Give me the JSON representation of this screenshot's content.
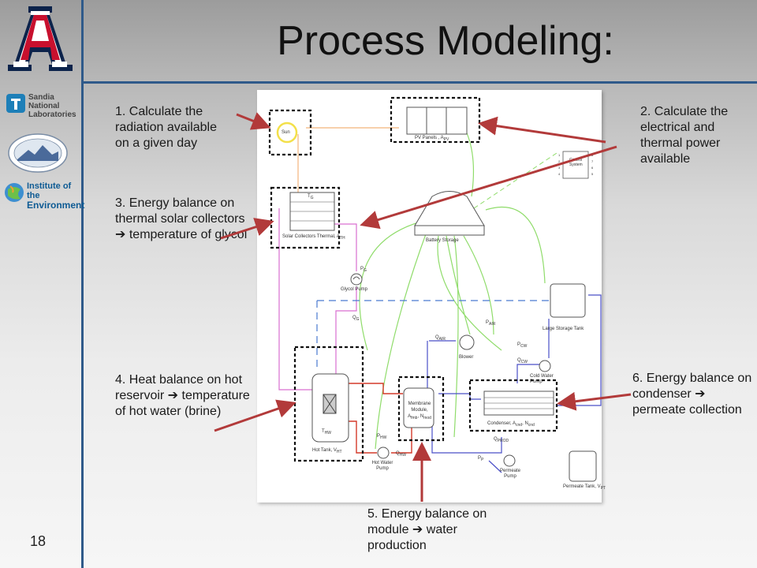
{
  "title": "Process Modeling:",
  "page_number": "18",
  "logos": {
    "sandia": "Sandia National Laboratories",
    "institute_line1": "Institute of the",
    "institute_line2": "Environment"
  },
  "notes": [
    "1. Calculate the radiation available on a given day",
    "2. Calculate the electrical and thermal power available",
    "3. Energy balance on thermal solar collectors ➔ temperature of glycol",
    "4. Heat balance on hot reservoir ➔ temperature of hot water (brine)",
    "5. Energy balance on module ➔ water production",
    "6. Energy balance on condenser ➔ permeate collection"
  ],
  "diagram": {
    "sun": "Sun",
    "pv": "PV Panels , A",
    "pv_sub": "PV",
    "control": "Control System",
    "control_pins_left": [
      "1",
      "2",
      "3",
      "4"
    ],
    "control_pins_right": [
      "8",
      "7",
      "6",
      "5"
    ],
    "collectors": "Solar Collectors Thermal, A",
    "collectors_sub": "TH",
    "tg": "T",
    "tg_sub": "G",
    "battery": "Battery Storage",
    "pg": "P",
    "pg_sub": "G",
    "glycol_pump": "Glycol Pump",
    "qg": "Q",
    "qg_sub": "G",
    "pair": "P",
    "pair_sub": "AIR",
    "qair": "Q",
    "qair_sub": "AIR",
    "blower": "Blower",
    "large_tank": "Large Storage Tank",
    "pcw": "P",
    "pcw_sub": "CW",
    "qcw": "Q",
    "qcw_sub": "CW",
    "cold_pump": "Cold Water Pump",
    "hot_tank": "Hot Tank, V",
    "hot_tank_sub": "HT",
    "thw": "T",
    "thw_sub": "HW",
    "membrane": "Membrane Module, A",
    "membrane_sub": "fmb",
    "membrane_n": "N",
    "membrane_n_sub": "mod",
    "condenser": "Condenser, A",
    "condenser_sub": "cnd",
    "condenser_n": "N",
    "condenser_n_sub": "cnd",
    "qprod": "Q",
    "qprod_sub": "PROD",
    "phw": "P",
    "phw_sub": "HW",
    "qhw": "Q",
    "qhw_sub": "HW",
    "hot_pump": "Hot Water Pump",
    "pp": "P",
    "pp_sub": "P",
    "permeate_pump": "Permeate Pump",
    "permeate_tank": "Permeate Tank, V",
    "permeate_tank_sub": "PT"
  },
  "colors": {
    "accent_blue": "#2f5a8a",
    "arrow_red": "#b23a3a",
    "solar_orange": "#f2b37a",
    "power_green": "#8fdc6a",
    "glycol_pink": "#d96fd0",
    "hot_red": "#d43a2a",
    "water_blue": "#4a4fc8"
  }
}
